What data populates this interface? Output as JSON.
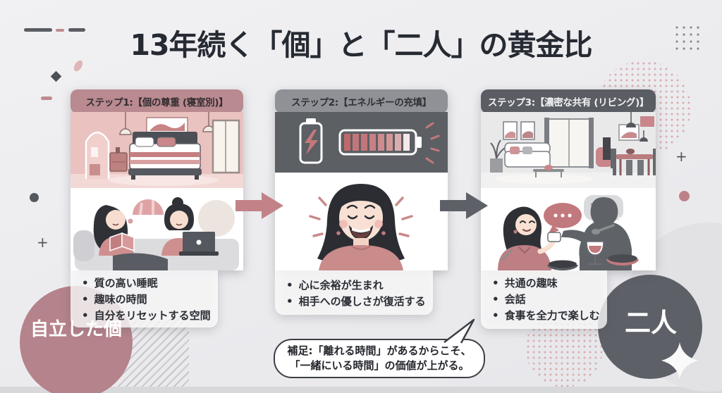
{
  "title": "13年続く「個」と「二人」の黄金比",
  "steps": [
    {
      "header": "ステップ1:【個の尊重 (寝室別)】",
      "header_color": "#b98a90",
      "illustration_top": "separate-bedroom-scene",
      "illustration_bottom": "two-women-reading-and-laptop",
      "bullets": [
        "質の高い睡眠",
        "趣味の時間",
        "自分をリセットする空間"
      ]
    },
    {
      "header": "ステップ2:【エネルギーの充填】",
      "header_color": "#8f9196",
      "illustration_top": "charging-battery-icons",
      "illustration_bottom": "smiling-recharged-woman",
      "bullets": [
        "心に余裕が生まれ",
        "相手への優しさが復活する"
      ]
    },
    {
      "header": "ステップ3:【濃密な共有 (リビング)】",
      "header_color": "#5a5d63",
      "illustration_top": "shared-living-room-scene",
      "illustration_bottom": "couple-dining-conversation",
      "bullets": [
        "共通の趣味",
        "会話",
        "食事を全力で楽しむ"
      ]
    }
  ],
  "arrows": [
    {
      "name": "arrow-step1-to-step2",
      "color": "#c28288"
    },
    {
      "name": "arrow-step2-to-step3",
      "color": "#5d6066"
    }
  ],
  "circles": {
    "left": {
      "label": "自立した個",
      "color": "#b5838b"
    },
    "right": {
      "label": "二人",
      "color": "#5d6167"
    }
  },
  "note": {
    "line1": "補足:「離れる時間」があるからこそ、",
    "line2": "「一緒にいる時間」の価値が上がる。"
  },
  "colors": {
    "background": "#ededef",
    "title_text": "#262a32",
    "rose_accent": "#b5838b",
    "dark_accent": "#5a5d63",
    "card_bg": "#ffffff"
  }
}
